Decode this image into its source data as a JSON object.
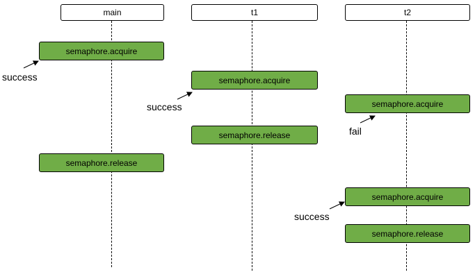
{
  "lanes": {
    "main": {
      "label": "main"
    },
    "t1": {
      "label": "t1"
    },
    "t2": {
      "label": "t2"
    }
  },
  "operations": {
    "main_acquire": "semaphore.acquire",
    "main_release": "semaphore.release",
    "t1_acquire": "semaphore.acquire",
    "t1_release": "semaphore.release",
    "t2_acquire_fail": "semaphore.acquire",
    "t2_acquire_success": "semaphore.acquire",
    "t2_release": "semaphore.release"
  },
  "notes": {
    "main_acquire_result": "success",
    "t1_acquire_result": "success",
    "t2_first_acquire_result": "fail",
    "t2_second_acquire_result": "success"
  },
  "colors": {
    "operation_fill": "#70ad47",
    "border": "#000000"
  }
}
